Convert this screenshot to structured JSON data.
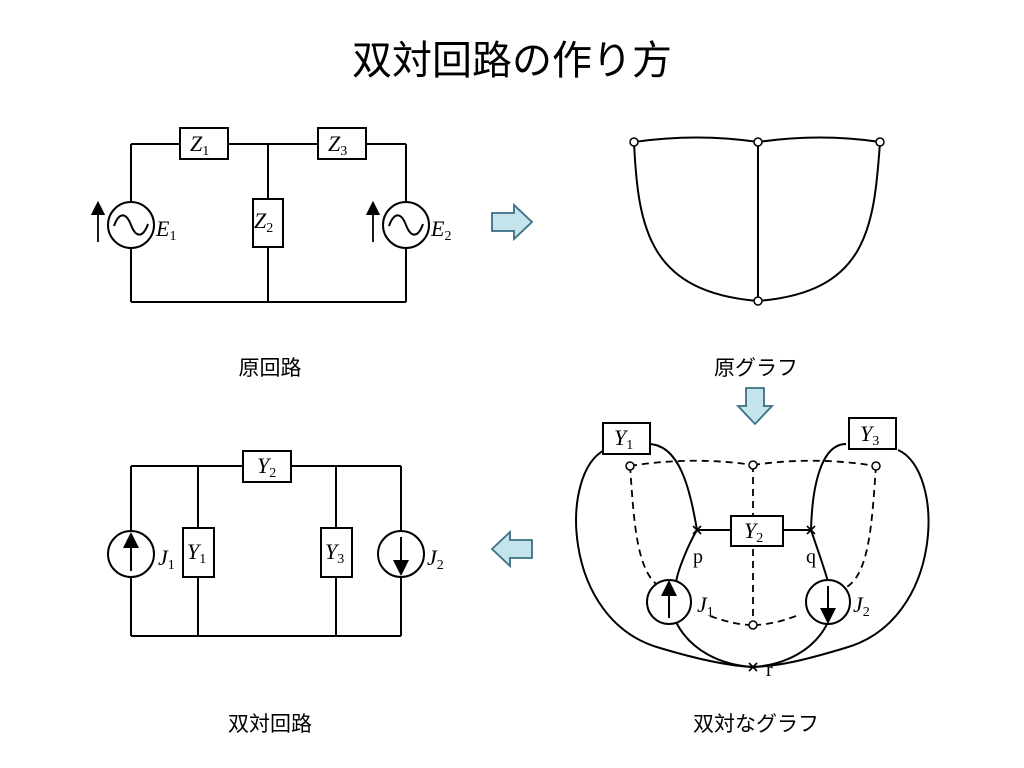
{
  "title": "双対回路の作り方",
  "captions": {
    "original_circuit": "原回路",
    "original_graph": "原グラフ",
    "dual_circuit": "双対回路",
    "dual_graph": "双対なグラフ"
  },
  "original_circuit": {
    "Z1": "Z",
    "Z1_sub": "1",
    "Z2": "Z",
    "Z2_sub": "2",
    "Z3": "Z",
    "Z3_sub": "3",
    "E1": "E",
    "E1_sub": "1",
    "E2": "E",
    "E2_sub": "2"
  },
  "dual_circuit": {
    "Y1": "Y",
    "Y1_sub": "1",
    "Y2": "Y",
    "Y2_sub": "2",
    "Y3": "Y",
    "Y3_sub": "3",
    "J1": "J",
    "J1_sub": "1",
    "J2": "J",
    "J2_sub": "2"
  },
  "dual_graph": {
    "Y1": "Y",
    "Y1_sub": "1",
    "Y2": "Y",
    "Y2_sub": "2",
    "Y3": "Y",
    "Y3_sub": "3",
    "J1": "J",
    "J1_sub": "1",
    "J2": "J",
    "J2_sub": "2",
    "node_p": "p",
    "node_q": "q",
    "node_r": "r"
  },
  "colors": {
    "arrow_fill": "#c5e3ea",
    "arrow_stroke": "#3a6f84",
    "line": "#000000"
  }
}
